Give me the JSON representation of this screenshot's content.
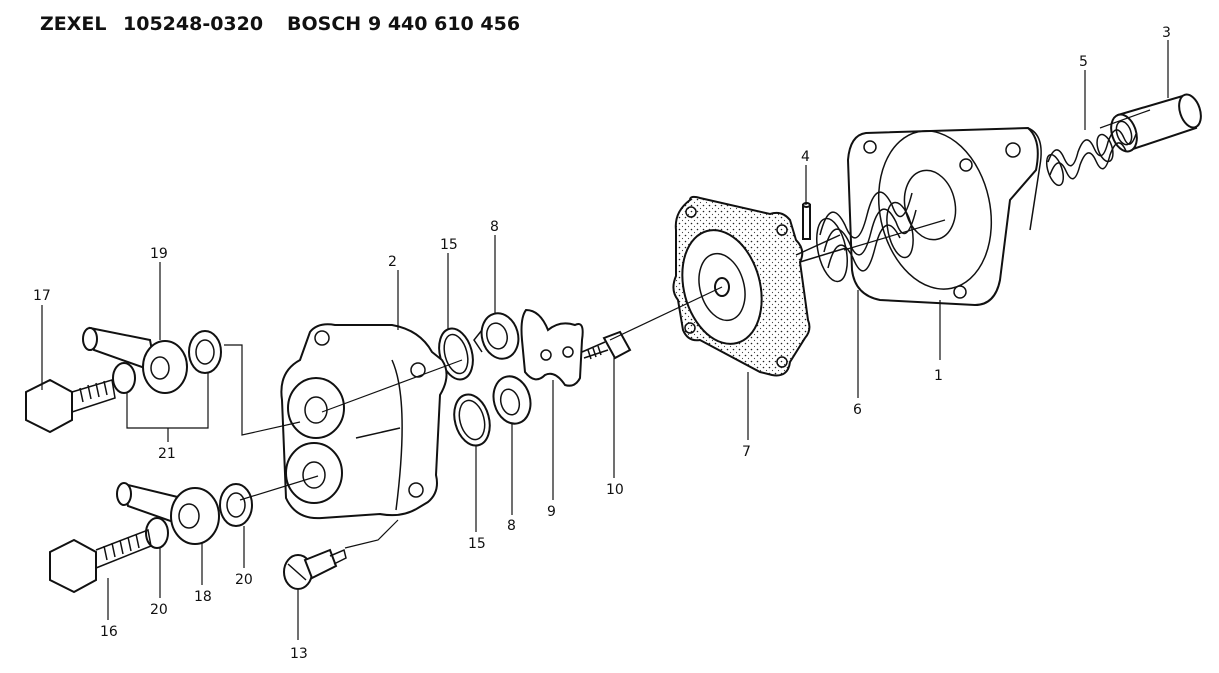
{
  "header": {
    "brand1": "ZEXEL",
    "code1": "105248-0320",
    "brand2": "BOSCH",
    "code2": "9 440 610 456"
  },
  "callouts": {
    "p1": "1",
    "p2": "2",
    "p3": "3",
    "p4": "4",
    "p5": "5",
    "p6": "6",
    "p7": "7",
    "p8a": "8",
    "p8b": "8",
    "p9": "9",
    "p10": "10",
    "p13": "13",
    "p15a": "15",
    "p15b": "15",
    "p16": "16",
    "p17": "17",
    "p18": "18",
    "p19": "19",
    "p20a": "20",
    "p20b": "20",
    "p21": "21"
  }
}
